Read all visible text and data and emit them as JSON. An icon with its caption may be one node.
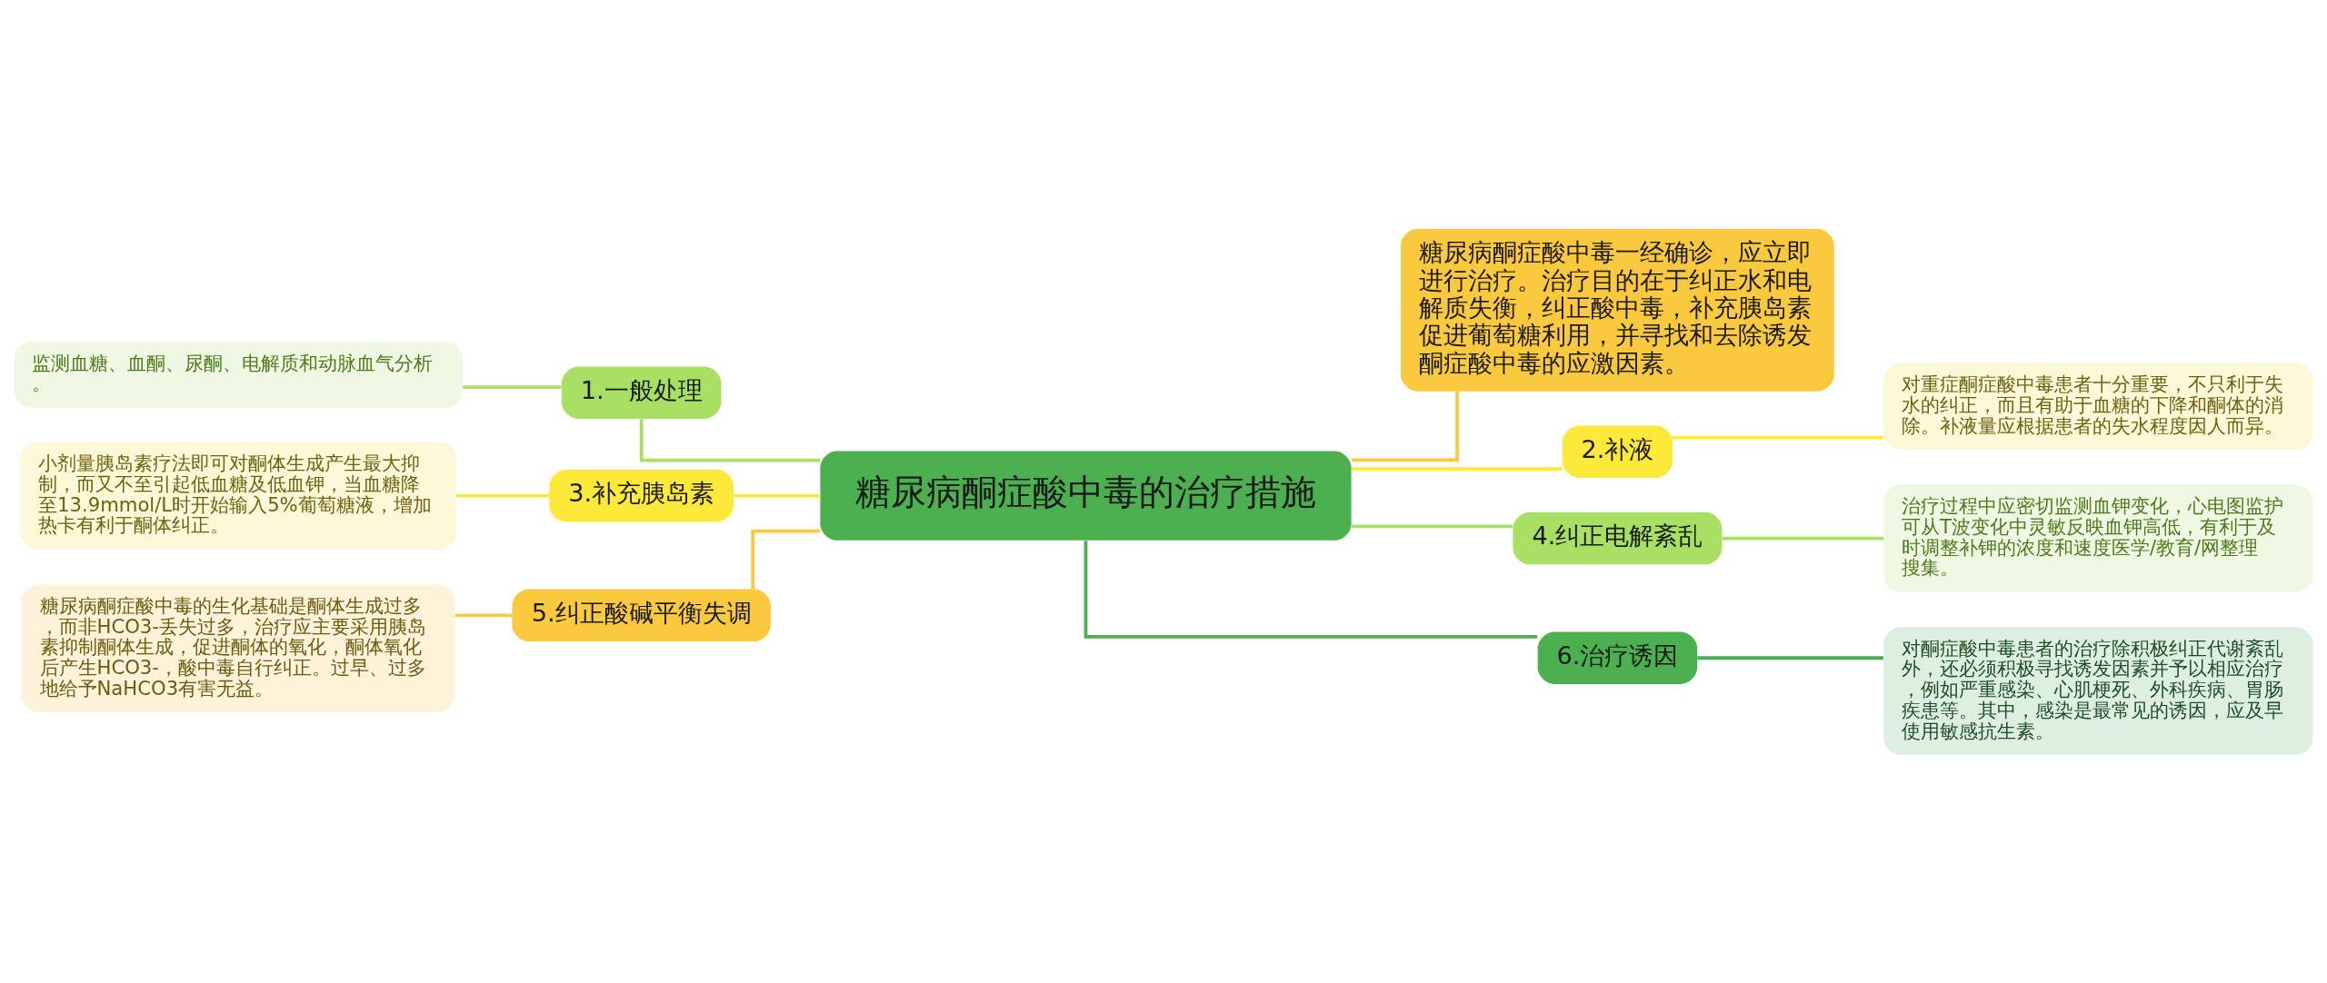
{
  "diagram": {
    "nodes": [
      {
        "text": [
          "糖尿病酮症酸中毒的治疗措施"
        ]
      },
      {
        "text": [
          "糖尿病酮症酸中毒一经确诊，应立即进行治疗。治疗目的在于纠正水和电解质失衡，纠正酸中毒，补充胰岛素促进葡萄糖利用，并寻找和去除诱发酮症酸中毒的应激因素。"
        ]
      },
      {
        "text": [
          "1.一般处理"
        ]
      },
      {
        "text": [
          "监测血糖、血酮、尿酮、电解质和动脉血气分析。"
        ]
      },
      {
        "text": [
          "2.补液"
        ]
      },
      {
        "text": [
          "对重症酮症酸中毒患者十分重要，不只利于失水的纠正，而且有助于血糖的下降和酮体的消除。补液量应根据患者的失水程度因人而异。"
        ]
      },
      {
        "text": [
          "3.补充胰岛素"
        ]
      },
      {
        "text": [
          "小剂量胰岛素疗法即可对酮体生成产生最大抑制，而又不至引起低血糖及低血钾，当血糖降至13.9mmol/L时开始输入5%葡萄糖液，增加热卡有利于酮体纠正。"
        ]
      },
      {
        "text": [
          "4.纠正电解紊乱"
        ]
      },
      {
        "text": [
          "治疗过程中应密切监测血钾变化，心电图监护可从T波变化中灵敏反映血钾高低，有利于及时调整补钾的浓度和速度医学/教育/网整理搜集。"
        ]
      },
      {
        "text": [
          "5.纠正酸碱平衡失调"
        ]
      },
      {
        "text": [
          "糖尿病酮症酸中毒的生化基础是酮体生成过多，而非HCO3-丢失过多，治疗应主要采用胰岛素抑制酮体生成，促进酮体的氧化，酮体氧化后产生HCO3-，酸中毒自行纠正。过早、过多地给予NaHCO3有害无益。"
        ]
      },
      {
        "text": [
          "6.治疗诱因"
        ]
      },
      {
        "text": [
          "对酮症酸中毒患者的治疗除积极纠正代谢紊乱外，还必须积极寻找诱发因素并予以相应治疗，例如严重感染、心肌梗死、外科疾病、胃肠疾患等。其中，感染是最常见的诱因，应及早使用敏感抗生素。"
        ]
      }
    ],
    "edges": [
      {
        "from": 0,
        "to": 1,
        "arrow": "none",
        "color": "#fbc93d"
      },
      {
        "from": 0,
        "to": 2,
        "arrow": "none",
        "color": "#a8e063"
      },
      {
        "from": 2,
        "to": 3,
        "arrow": "none",
        "color": "#a8e063"
      },
      {
        "from": 0,
        "to": 4,
        "arrow": "none",
        "color": "#fde93a"
      },
      {
        "from": 4,
        "to": 5,
        "arrow": "none",
        "color": "#fde93a"
      },
      {
        "from": 0,
        "to": 6,
        "arrow": "none",
        "color": "#fde93a"
      },
      {
        "from": 6,
        "to": 7,
        "arrow": "none",
        "color": "#fde93a"
      },
      {
        "from": 0,
        "to": 8,
        "arrow": "none",
        "color": "#a8e063"
      },
      {
        "from": 8,
        "to": 9,
        "arrow": "none",
        "color": "#a8e063"
      },
      {
        "from": 0,
        "to": 10,
        "arrow": "none",
        "color": "#fbc93d"
      },
      {
        "from": 10,
        "to": 11,
        "arrow": "none",
        "color": "#fbc93d"
      },
      {
        "from": 0,
        "to": 12,
        "arrow": "none",
        "color": "#4caf50"
      },
      {
        "from": 12,
        "to": 13,
        "arrow": "none",
        "color": "#4caf50"
      }
    ]
  }
}
